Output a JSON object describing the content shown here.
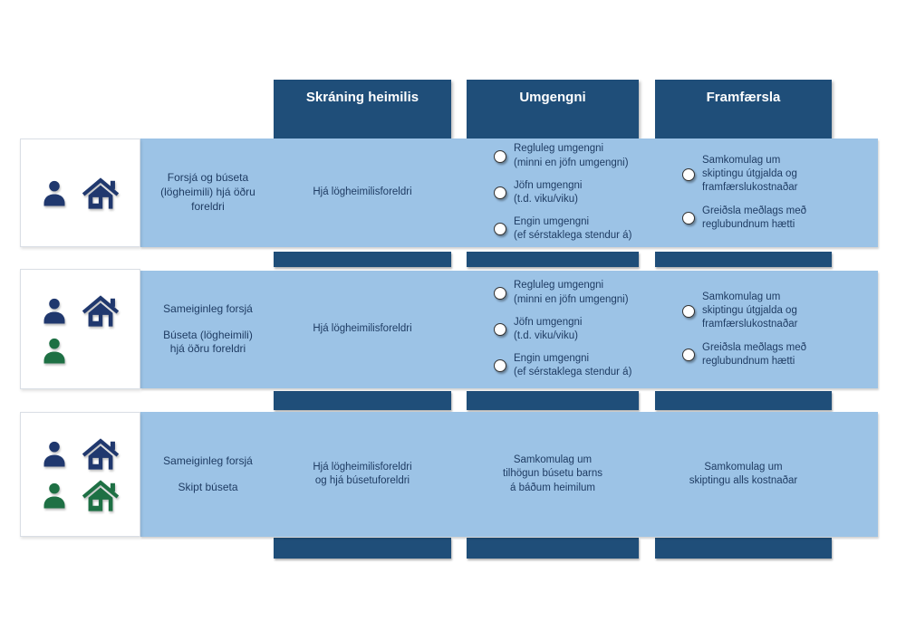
{
  "palette": {
    "header_blue": "#1F4E79",
    "row_light_blue": "#9CC3E6",
    "text_navy": "#1F3C63",
    "icon_blue": "#20386E",
    "icon_green": "#1E7044"
  },
  "headers": [
    {
      "label": "Skráning heimilis"
    },
    {
      "label": "Umgengni"
    },
    {
      "label": "Framfærsla"
    }
  ],
  "rows": [
    {
      "icons": [
        "person-blue",
        "house-blue"
      ],
      "label1": "Forsjá og búseta\n(lögheimili) hjá öðru\nforeldri",
      "cells": {
        "skraning": "Hjá lögheimilisforeldri",
        "umgengni": [
          "Regluleg umgengni\n(minni en jöfn umgengni)",
          "Jöfn umgengni\n(t.d. viku/viku)",
          "Engin umgengni\n(ef sérstaklega stendur á)"
        ],
        "framfaersla": [
          "Samkomulag um\nskiptingu útgjalda og\nframfærslukostnaðar",
          "Greiðsla meðlags með\nreglubundnum hætti"
        ]
      }
    },
    {
      "icons": [
        "person-blue",
        "house-blue",
        "person-green"
      ],
      "label1": "Sameiginleg forsjá",
      "label2": "Búseta (lögheimili)\nhjá öðru foreldri",
      "cells": {
        "skraning": "Hjá lögheimilisforeldri",
        "umgengni": [
          "Regluleg umgengni\n(minni en jöfn umgengni)",
          "Jöfn umgengni\n(t.d. viku/viku)",
          "Engin umgengni\n(ef sérstaklega stendur á)"
        ],
        "framfaersla": [
          "Samkomulag um\nskiptingu útgjalda og\nframfærslukostnaðar",
          "Greiðsla meðlags með\nreglubundnum hætti"
        ]
      }
    },
    {
      "icons": [
        "person-blue",
        "house-blue",
        "person-green",
        "house-green"
      ],
      "label1": "Sameiginleg forsjá",
      "label2": "Skipt búseta",
      "cells": {
        "skraning": "Hjá lögheimilisforeldri\nog hjá búsetuforeldri",
        "umgengni_text": "Samkomulag um\ntilhögun búsetu barns\ná báðum heimilum",
        "framfaersla_text": "Samkomulag um\nskiptingu alls kostnaðar"
      }
    }
  ]
}
